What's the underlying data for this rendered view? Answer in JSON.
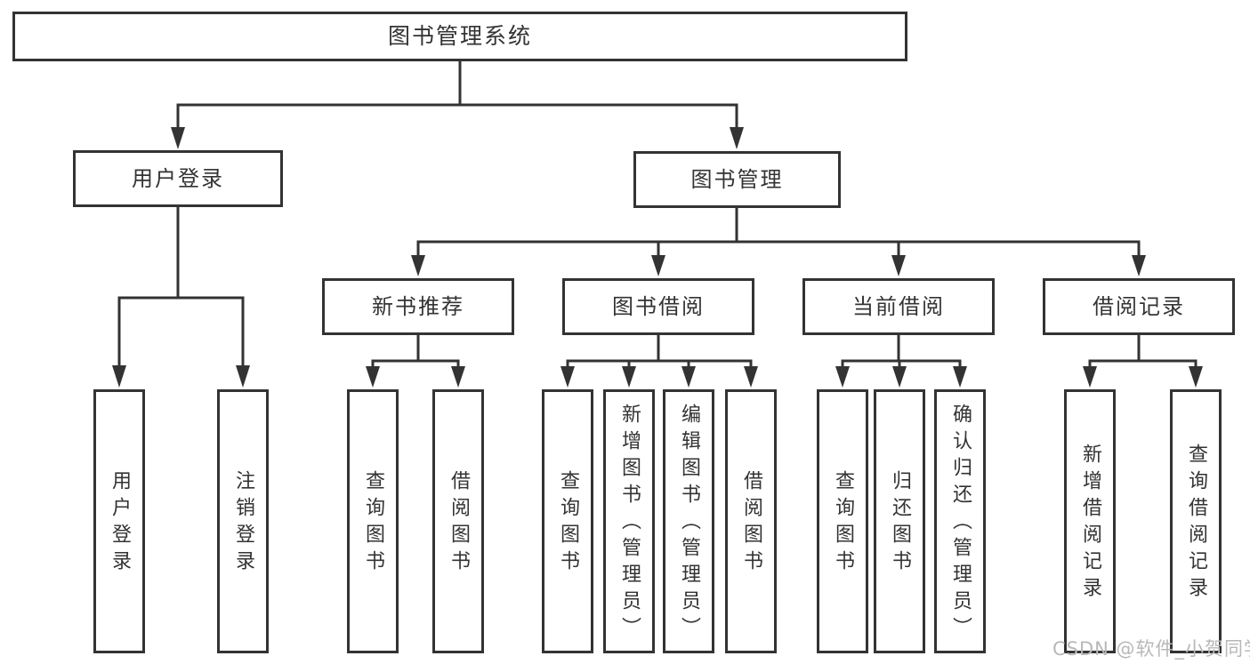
{
  "diagram": {
    "title_note": "functional structure tree",
    "root": {
      "label": "图书管理系统"
    },
    "level1": [
      {
        "id": "user-login",
        "label": "用户登录"
      },
      {
        "id": "book-management",
        "label": "图书管理"
      }
    ],
    "level2": [
      {
        "id": "new-book-recommendation",
        "label": "新书推荐",
        "parent": "book-management"
      },
      {
        "id": "book-borrowing",
        "label": "图书借阅",
        "parent": "book-management"
      },
      {
        "id": "current-borrowing",
        "label": "当前借阅",
        "parent": "book-management"
      },
      {
        "id": "borrowing-records",
        "label": "借阅记录",
        "parent": "book-management"
      }
    ],
    "leaves": [
      {
        "parent": "user-login",
        "label": "用户登录"
      },
      {
        "parent": "user-login",
        "label": "注销登录"
      },
      {
        "parent": "new-book-recommendation",
        "label": "查询图书"
      },
      {
        "parent": "new-book-recommendation",
        "label": "借阅图书"
      },
      {
        "parent": "book-borrowing",
        "label": "查询图书"
      },
      {
        "parent": "book-borrowing",
        "label": "新增图书（管理员）"
      },
      {
        "parent": "book-borrowing",
        "label": "编辑图书（管理员）"
      },
      {
        "parent": "book-borrowing",
        "label": "借阅图书"
      },
      {
        "parent": "current-borrowing",
        "label": "查询图书"
      },
      {
        "parent": "current-borrowing",
        "label": "归还图书"
      },
      {
        "parent": "current-borrowing",
        "label": "确认归还（管理员）"
      },
      {
        "parent": "borrowing-records",
        "label": "新增借阅记录"
      },
      {
        "parent": "borrowing-records",
        "label": "查询借阅记录"
      }
    ]
  },
  "watermark": {
    "text": "CSDN @软件_小贺同学",
    "color": "#b8b8b8"
  },
  "colors": {
    "line": "#333333",
    "text": "#333333",
    "background": "#ffffff"
  }
}
